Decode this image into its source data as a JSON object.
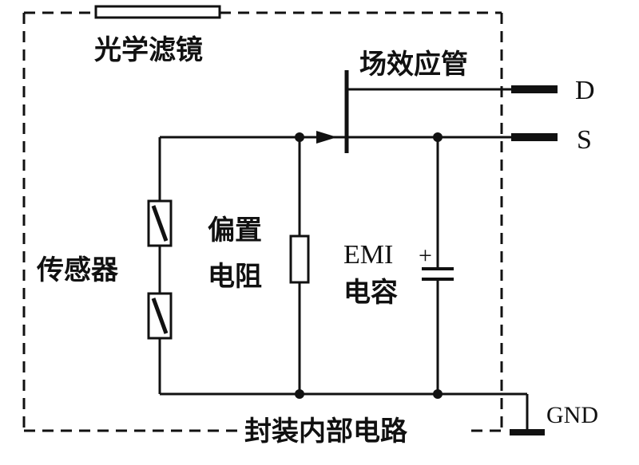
{
  "labels": {
    "optical_filter": "光学滤镜",
    "fet": "场效应管",
    "sensor": "传感器",
    "bias_resistor_line1": "偏置",
    "bias_resistor_line2": "电阻",
    "emi_line1": "EMI",
    "emi_line2": "电容",
    "capacitor_plus": "+",
    "internal_circuit": "封装内部电路",
    "pin_d": "D",
    "pin_s": "S",
    "pin_gnd": "GND"
  }
}
